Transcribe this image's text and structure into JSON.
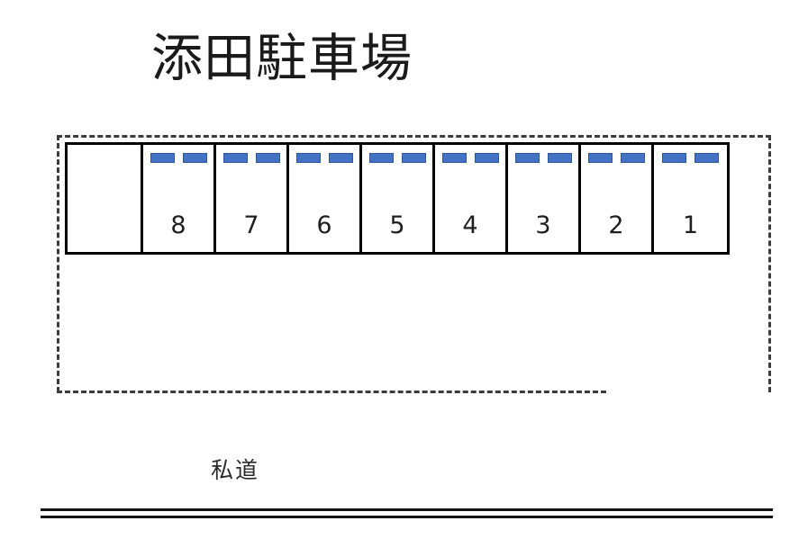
{
  "page": {
    "title": "添田駐車場",
    "background_color": "#ffffff"
  },
  "diagram": {
    "type": "parking-lot-layout",
    "boundary": {
      "name": "property-boundary",
      "style": "dashed",
      "color": "#3c3c3c"
    },
    "stall_block": {
      "name": "parking-stall-row",
      "outline_color": "#000000",
      "stalls": [
        {
          "label": "",
          "kind": "empty",
          "stoppers": 0
        },
        {
          "label": "8",
          "kind": "numbered",
          "stoppers": 2
        },
        {
          "label": "7",
          "kind": "numbered",
          "stoppers": 2
        },
        {
          "label": "6",
          "kind": "numbered",
          "stoppers": 2
        },
        {
          "label": "5",
          "kind": "numbered",
          "stoppers": 2
        },
        {
          "label": "4",
          "kind": "numbered",
          "stoppers": 2
        },
        {
          "label": "3",
          "kind": "numbered",
          "stoppers": 2
        },
        {
          "label": "2",
          "kind": "numbered",
          "stoppers": 2
        },
        {
          "label": "1",
          "kind": "numbered",
          "stoppers": 2
        }
      ],
      "stopper_color": "#4472c4",
      "stopper_border_color": "#2f5597"
    },
    "road": {
      "label": "私道",
      "line_color": "#111111",
      "line_count": 2
    }
  }
}
